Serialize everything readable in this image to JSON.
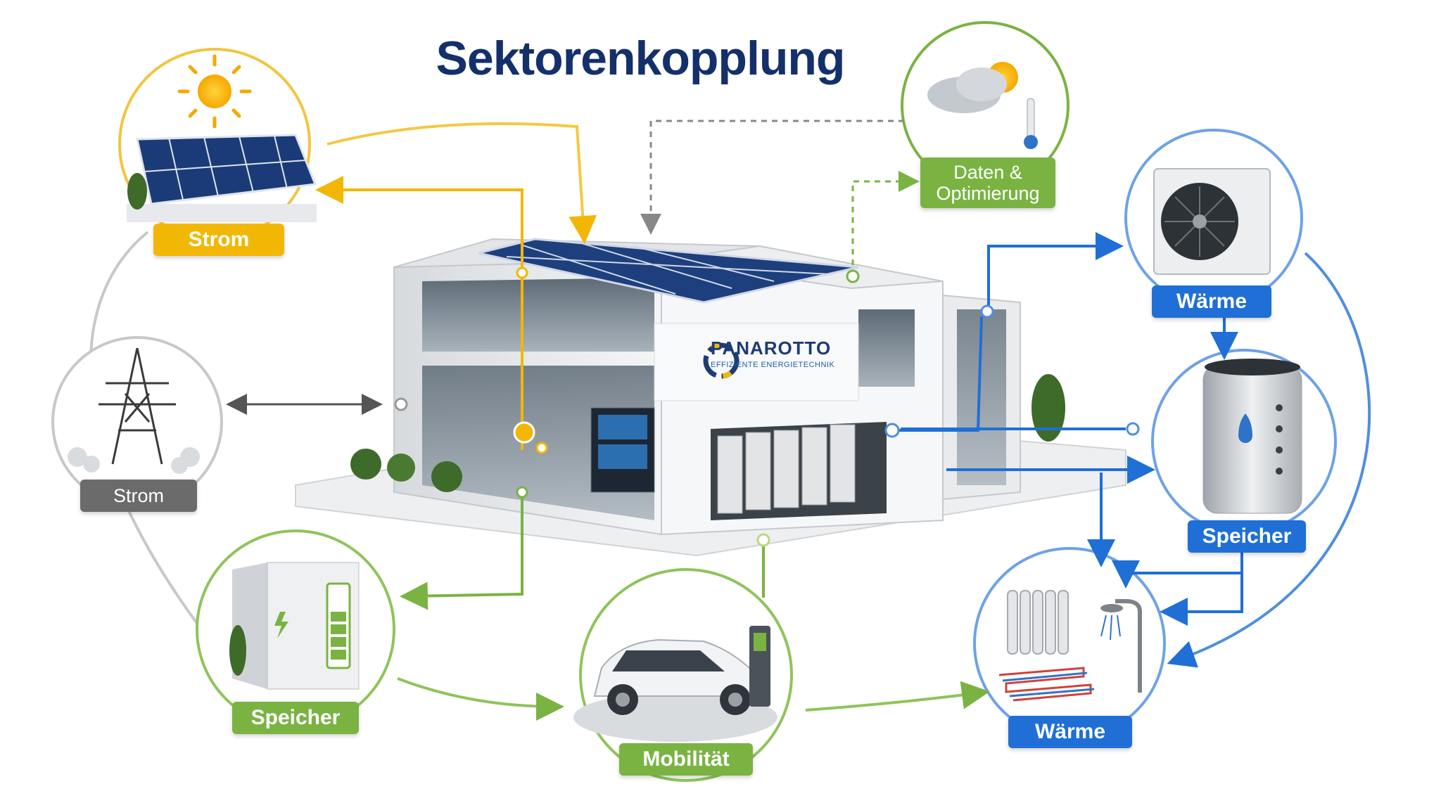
{
  "title": "Sektorenkopplung",
  "colors": {
    "title": "#14306b",
    "strom": "#f2b705",
    "grid": "#6b6b6b",
    "green": "#7ab342",
    "blue": "#1f6fd6",
    "data_link": "#888888"
  },
  "brand": {
    "name": "PANAROTTO",
    "tagline": "EFFIZIENTE ENERGIETECHNIK"
  },
  "nodes": {
    "solar": {
      "label": "Strom",
      "icon": "solar-panel-sun-icon"
    },
    "grid": {
      "label": "Strom",
      "icon": "power-pylon-icon"
    },
    "battery": {
      "label": "Speicher",
      "icon": "battery-storage-icon"
    },
    "mobility": {
      "label": "Mobilität",
      "icon": "electric-car-charger-icon"
    },
    "data": {
      "label_line1": "Daten &",
      "label_line2": "Optimierung",
      "icon": "weather-thermometer-icon"
    },
    "heatpump": {
      "label": "Wärme",
      "icon": "heat-pump-icon"
    },
    "heat_storage": {
      "label": "Speicher",
      "icon": "water-tank-icon"
    },
    "heating": {
      "label": "Wärme",
      "icon": "radiator-shower-icon"
    }
  }
}
